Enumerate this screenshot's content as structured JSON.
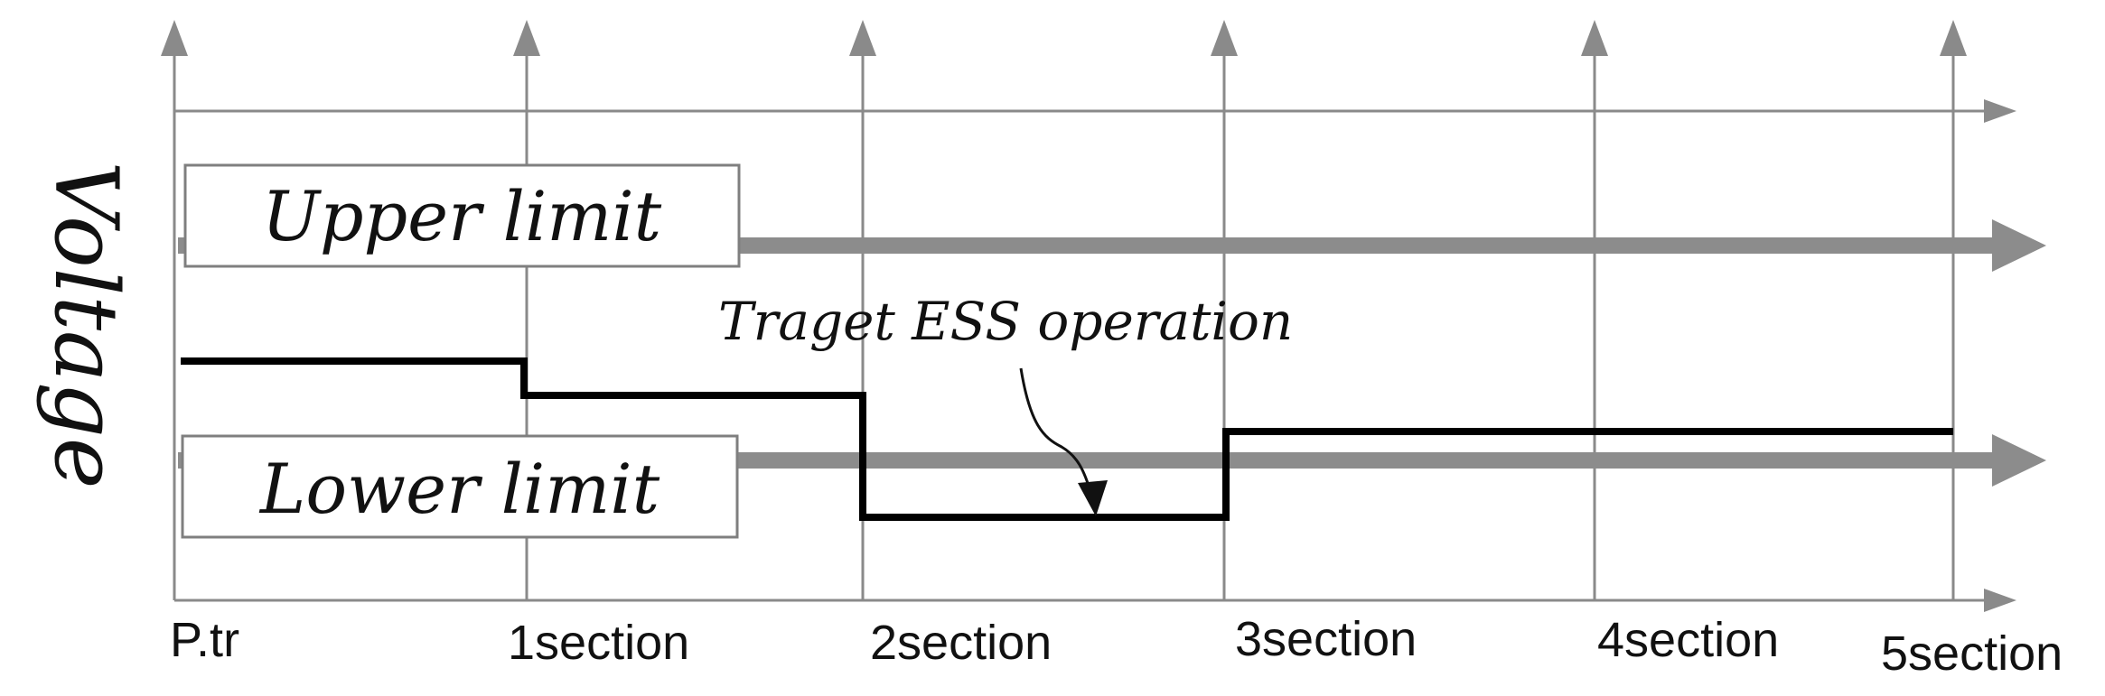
{
  "y_axis_label": "Voltage",
  "x_labels": [
    "P.tr",
    "1section",
    "2section",
    "3section",
    "4section",
    "5section"
  ],
  "upper_limit_label": "Upper limit",
  "lower_limit_label": "Lower limit",
  "annotation": "Traget  ESS operation",
  "colors": {
    "axis_gray": "#8a8a8a",
    "limit_gray": "#8c8c8c",
    "box_border": "#7f7f7f",
    "ess_line": "#000000",
    "text": "#111111"
  }
}
